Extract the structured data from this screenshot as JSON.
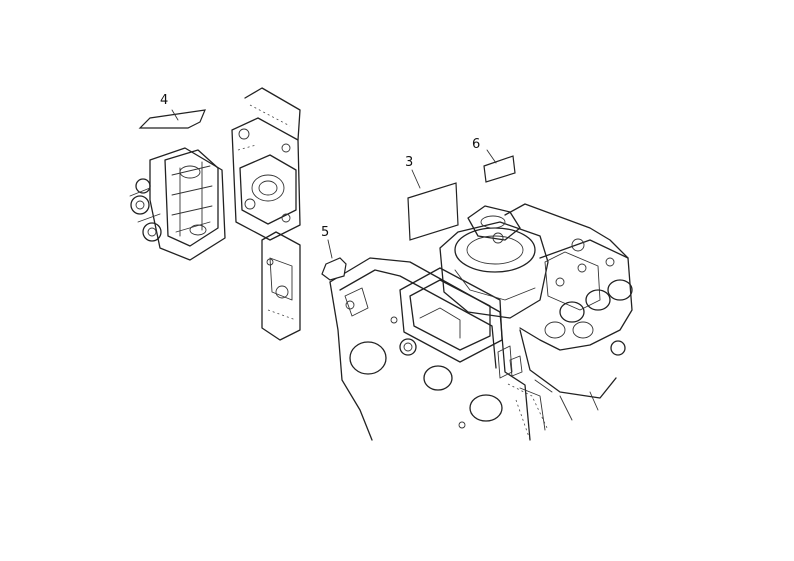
{
  "diagram": {
    "callouts": [
      {
        "id": "4",
        "label": "4"
      },
      {
        "id": "3",
        "label": "3"
      },
      {
        "id": "6",
        "label": "6"
      },
      {
        "id": "5",
        "label": "5"
      }
    ]
  }
}
